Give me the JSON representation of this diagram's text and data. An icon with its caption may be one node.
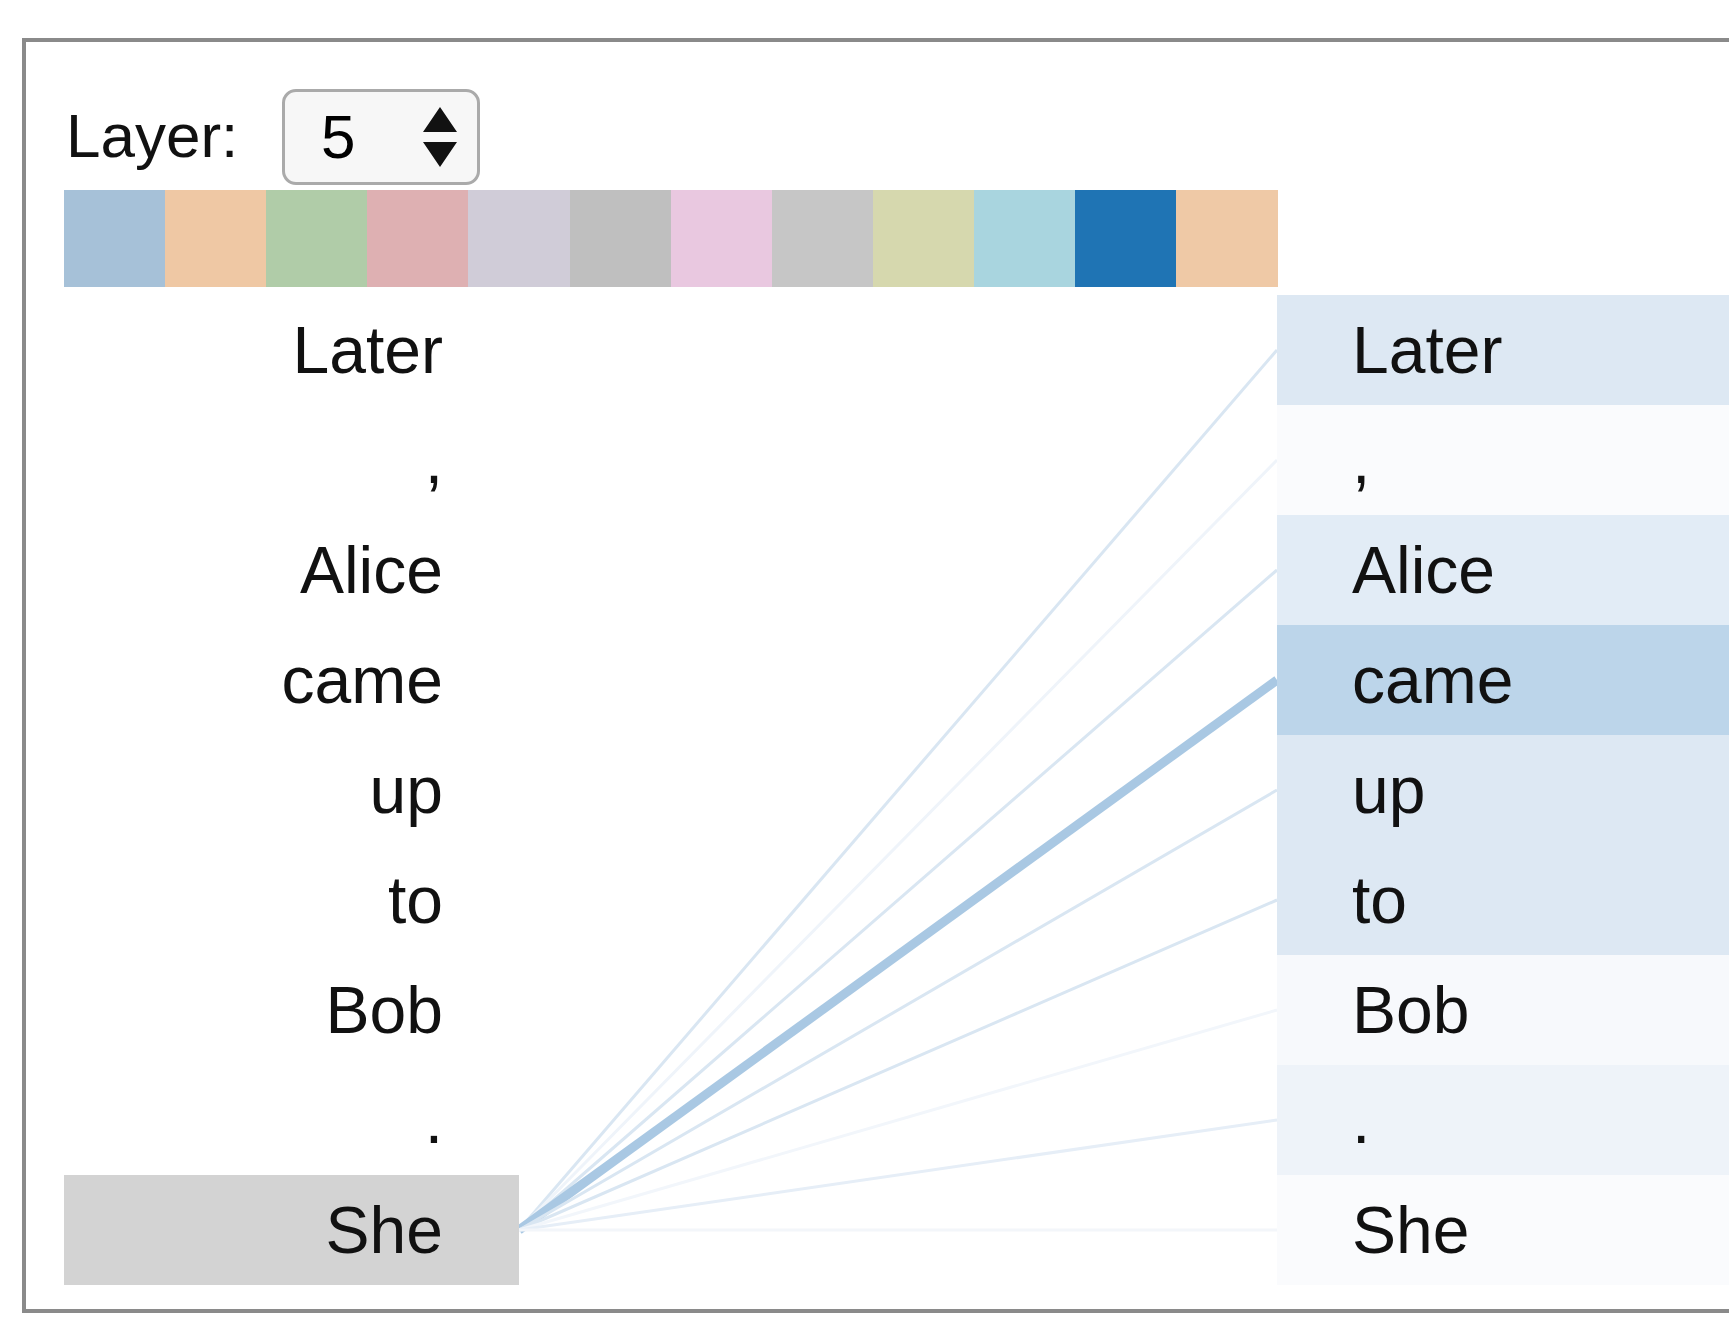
{
  "diagram": {
    "nodes": [
      {
        "text": [
          "Later"
        ]
      },
      {
        "text": [
          ","
        ]
      },
      {
        "text": [
          "Alice"
        ]
      },
      {
        "text": [
          "came"
        ]
      },
      {
        "text": [
          "up"
        ]
      },
      {
        "text": [
          "to"
        ]
      },
      {
        "text": [
          "Bob"
        ]
      },
      {
        "text": [
          "."
        ]
      },
      {
        "text": [
          "She"
        ]
      },
      {
        "text": [
          "Later"
        ]
      },
      {
        "text": [
          ","
        ]
      },
      {
        "text": [
          "Alice"
        ]
      },
      {
        "text": [
          "came"
        ]
      },
      {
        "text": [
          "up"
        ]
      },
      {
        "text": [
          "to"
        ]
      },
      {
        "text": [
          "Bob"
        ]
      },
      {
        "text": [
          "."
        ]
      },
      {
        "text": [
          "She"
        ]
      }
    ],
    "edges": [
      {
        "from": 8,
        "to": 9,
        "arrow": "none",
        "color": "#d9e6f2"
      },
      {
        "from": 8,
        "to": 10,
        "arrow": "none",
        "color": "#eff4fa"
      },
      {
        "from": 8,
        "to": 11,
        "arrow": "none",
        "color": "#d9e6f2"
      },
      {
        "from": 8,
        "to": 12,
        "arrow": "none",
        "style": "thick",
        "color": "#a9c8e3"
      },
      {
        "from": 8,
        "to": 13,
        "arrow": "none",
        "color": "#d9e6f2"
      },
      {
        "from": 8,
        "to": 14,
        "arrow": "none",
        "color": "#d9e6f2"
      },
      {
        "from": 8,
        "to": 15,
        "arrow": "none",
        "color": "#f2f6fb"
      },
      {
        "from": 8,
        "to": 16,
        "arrow": "none",
        "color": "#e6eef7"
      },
      {
        "from": 8,
        "to": 17,
        "arrow": "none",
        "color": "#f3f6fa"
      }
    ],
    "labels": [
      "Layer:",
      "5"
    ]
  }
}
